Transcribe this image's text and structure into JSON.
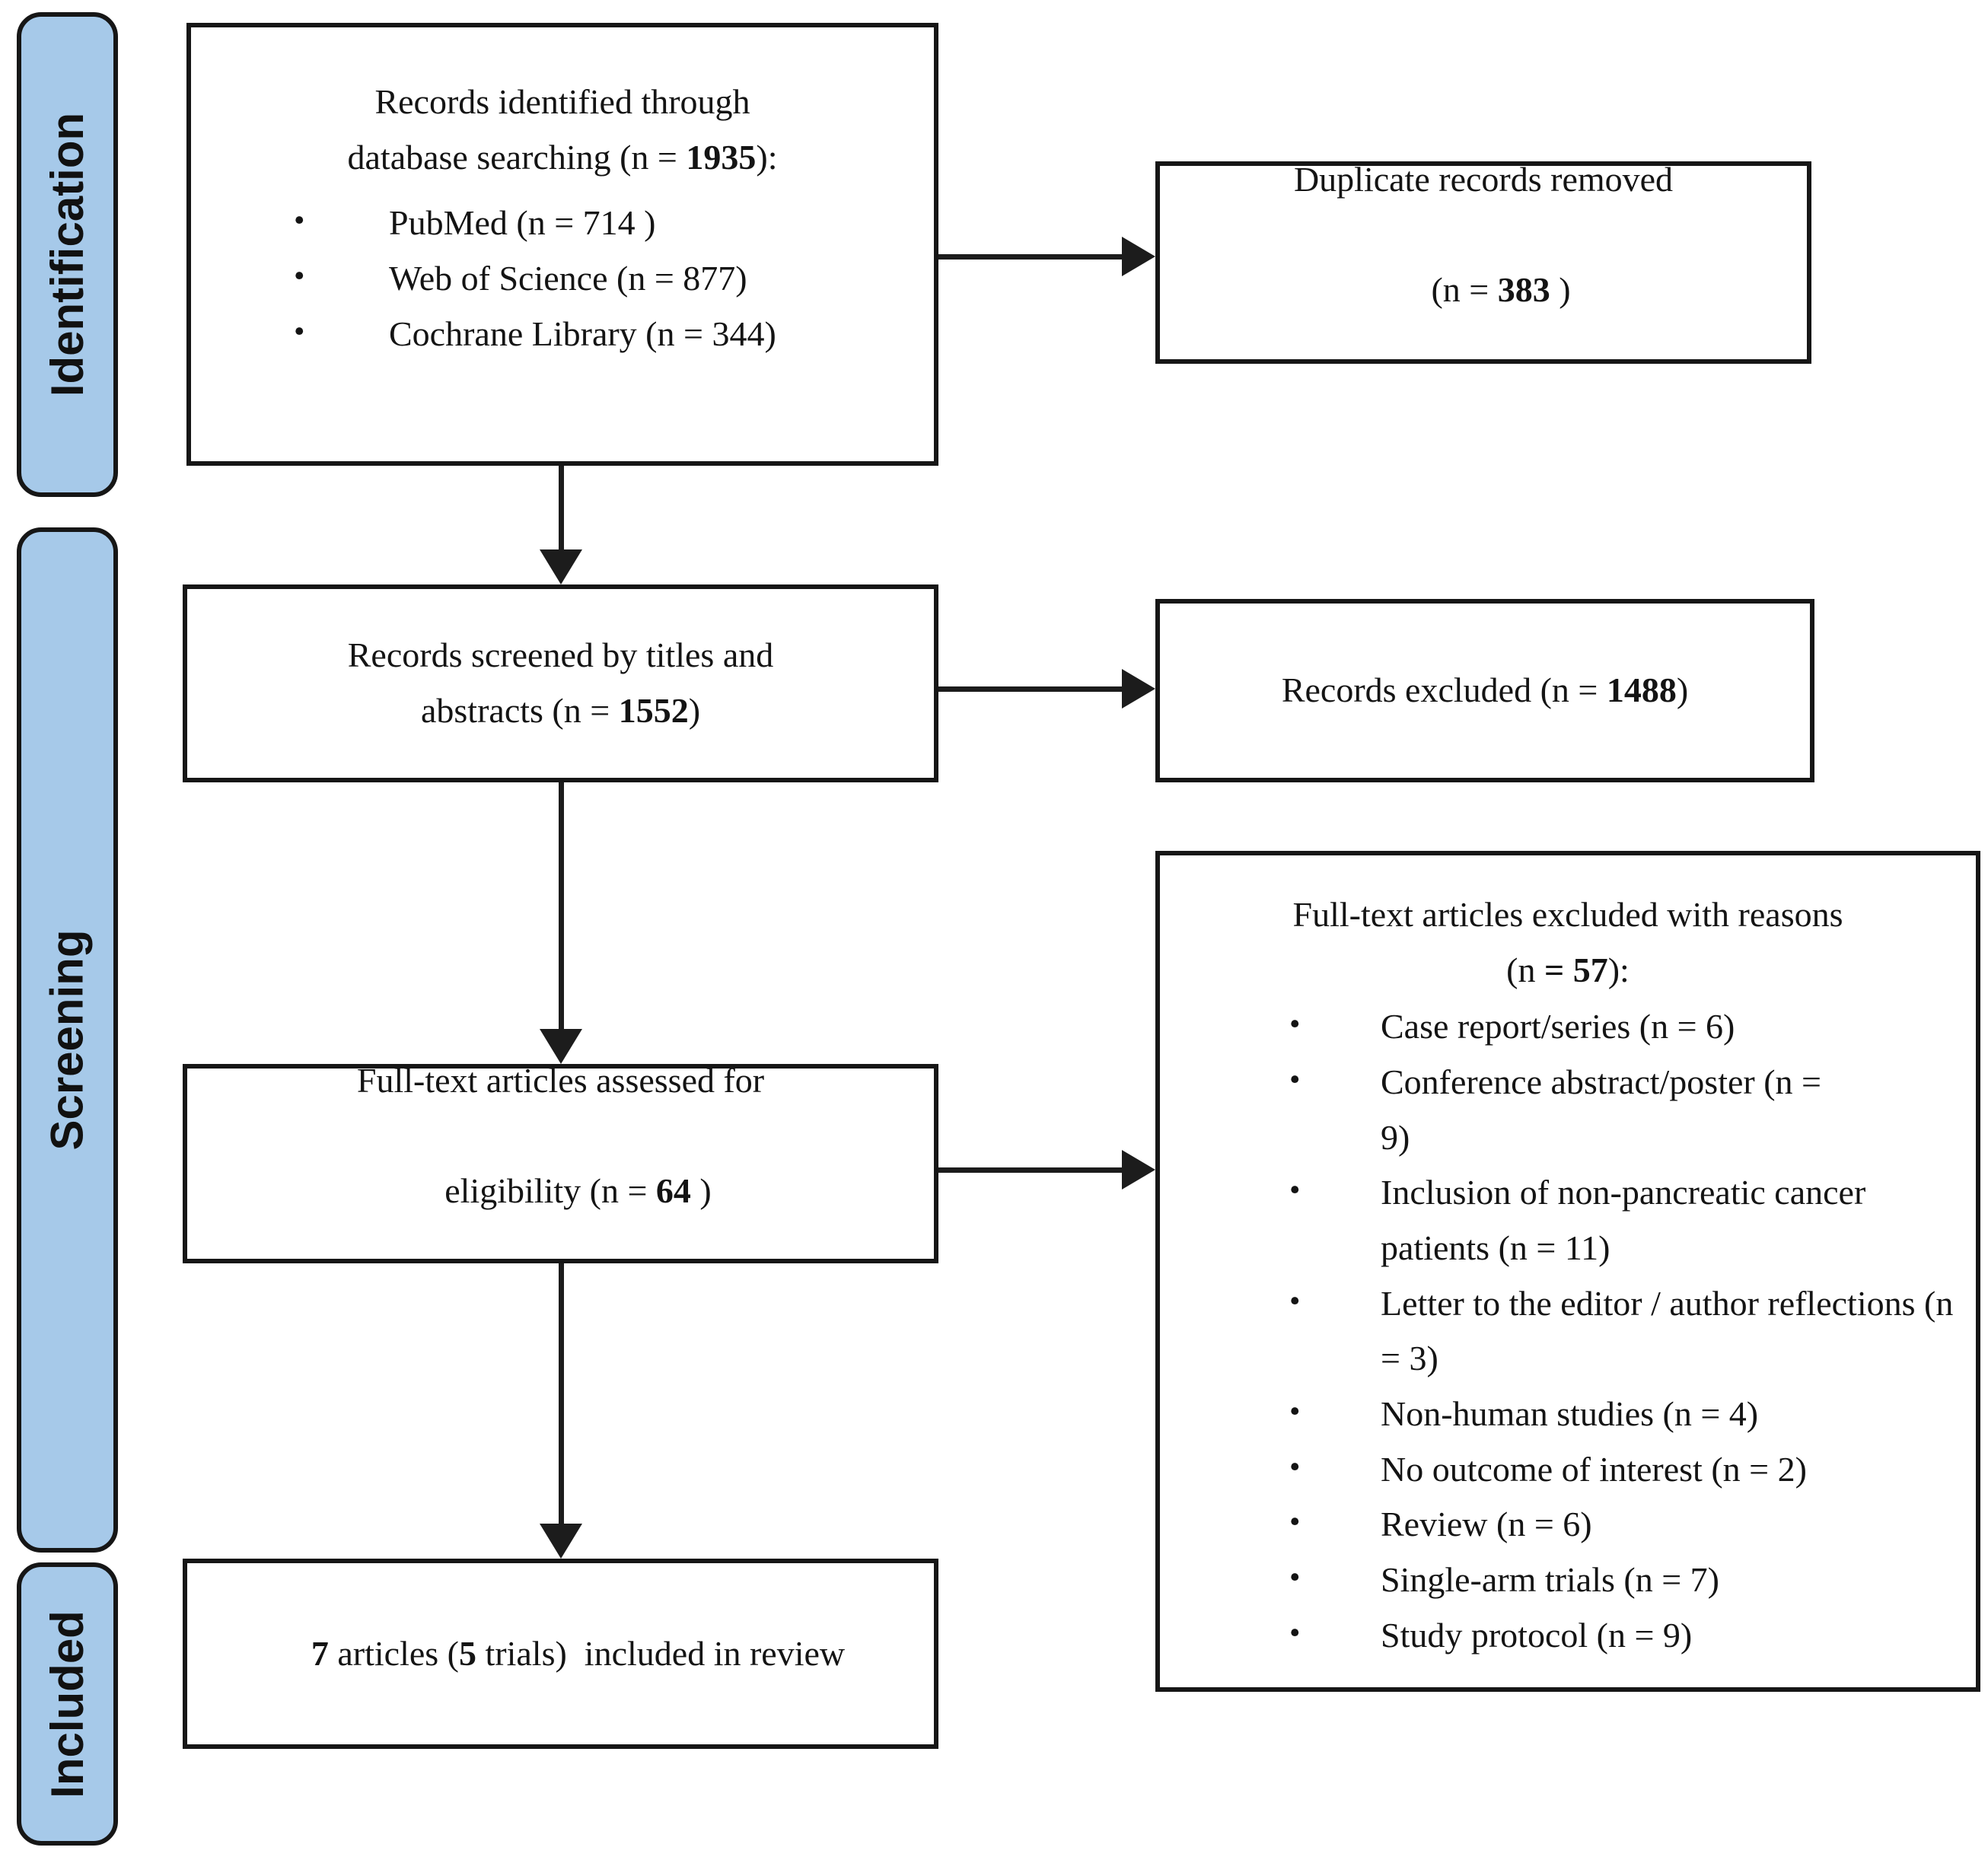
{
  "palette": {
    "stage_bar_fill": "#A6C9E9",
    "border": "#161616",
    "text": "#141414",
    "arrow": "#1C1C1C",
    "background": "#FFFFFF"
  },
  "sidebar": [
    {
      "label": "Identification"
    },
    {
      "label": "Screening"
    },
    {
      "label": "Included"
    }
  ],
  "boxes": {
    "records_identified": {
      "line1": "Records identified through",
      "line2_pre": "database searching (n = ",
      "line2_bold": "1935",
      "line2_post": "):",
      "bullets": [
        "PubMed (n = 714 )",
        "Web of Science (n = 877)",
        "Cochrane Library (n = 344)"
      ]
    },
    "duplicates_removed": {
      "line1": "Duplicate records removed",
      "line2_pre": "(n = ",
      "line2_bold": "383",
      "line2_post": " )"
    },
    "records_screened": {
      "line1": "Records screened by titles and",
      "line2_pre": "abstracts (n = ",
      "line2_bold": "1552",
      "line2_post": ")"
    },
    "records_excluded": {
      "line_pre": "Records excluded (n = ",
      "line_bold": "1488",
      "line_post": ")"
    },
    "fulltext_assessed": {
      "line1": "Full-text articles assessed for",
      "line2_pre": "eligibility (n = ",
      "line2_bold": "64",
      "line2_post": " )"
    },
    "fulltext_excluded": {
      "title": "Full-text articles excluded with reasons",
      "count_pre": "(n ",
      "count_bold": "= 57",
      "count_post": "):",
      "bullets": [
        "Case report/series (n = 6)",
        "Conference abstract/poster (n = 9)",
        "Inclusion of non-pancreatic cancer patients (n = 11)",
        "Letter to the editor / author reflections (n = 3)",
        "Non-human studies (n = 4)",
        "No outcome of interest (n = 2)",
        "Review (n = 6)",
        "Single-arm trials (n = 7)",
        "Study protocol (n = 9)"
      ]
    },
    "included_review": {
      "bold1": "7",
      "mid1": " articles (",
      "bold2": "5",
      "mid2": " trials)  included in review"
    }
  }
}
